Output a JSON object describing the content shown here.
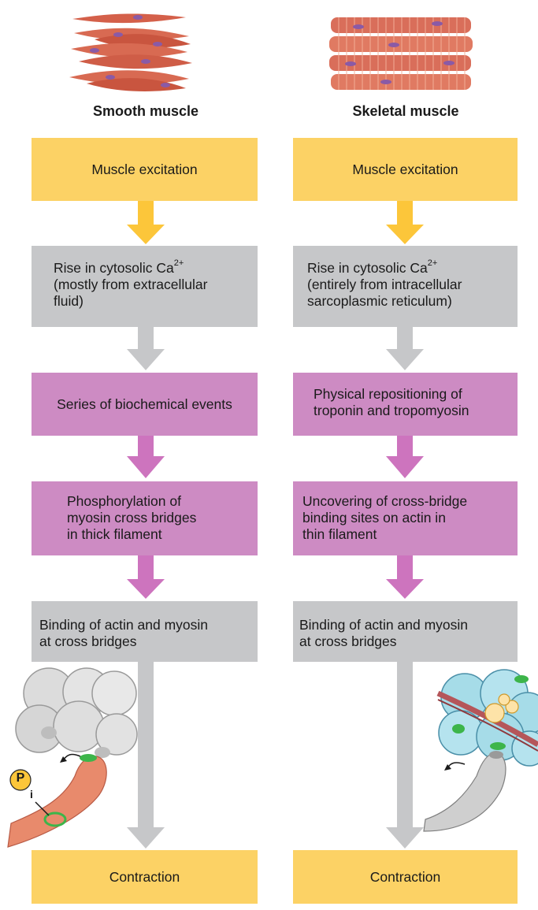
{
  "left": {
    "title": "Smooth muscle",
    "steps": {
      "excitation": "Muscle excitation",
      "calcium_l1": "Rise in cytosolic Ca",
      "calcium_sup": "2+",
      "calcium_l2": "(mostly from extracellular",
      "calcium_l3": "fluid)",
      "biochem": "Series of biochemical events",
      "phos_l1": "Phosphorylation of",
      "phos_l2": "myosin cross bridges",
      "phos_l3": "in thick filament",
      "binding_l1": "Binding of actin and myosin",
      "binding_l2": "at cross bridges",
      "contraction": "Contraction"
    },
    "phosphate_label": "P",
    "phosphate_sub": "i"
  },
  "right": {
    "title": "Skeletal muscle",
    "steps": {
      "excitation": "Muscle excitation",
      "calcium_l1": "Rise in cytosolic Ca",
      "calcium_sup": "2+",
      "calcium_l2": "(entirely from intracellular",
      "calcium_l3": "sarcoplasmic reticulum)",
      "reposition_l1": "Physical repositioning of",
      "reposition_l2": "troponin and tropomyosin",
      "uncover_l1": "Uncovering of cross-bridge",
      "uncover_l2": "binding sites on actin in",
      "uncover_l3": "thin filament",
      "binding_l1": "Binding of actin and myosin",
      "binding_l2": "at cross bridges",
      "contraction": "Contraction"
    }
  },
  "colors": {
    "excitation_box": "#fcd265",
    "calcium_box": "#c6c7c9",
    "biochemical_box": "#cd8bc3",
    "arrow_yellow": "#fcc63a",
    "arrow_gray": "#c6c7c9",
    "arrow_pink": "#cd74be"
  },
  "icons": [
    "smooth-muscle-cells-icon",
    "skeletal-muscle-fibers-icon",
    "smooth-crossbridge-illustration",
    "skeletal-crossbridge-illustration"
  ]
}
